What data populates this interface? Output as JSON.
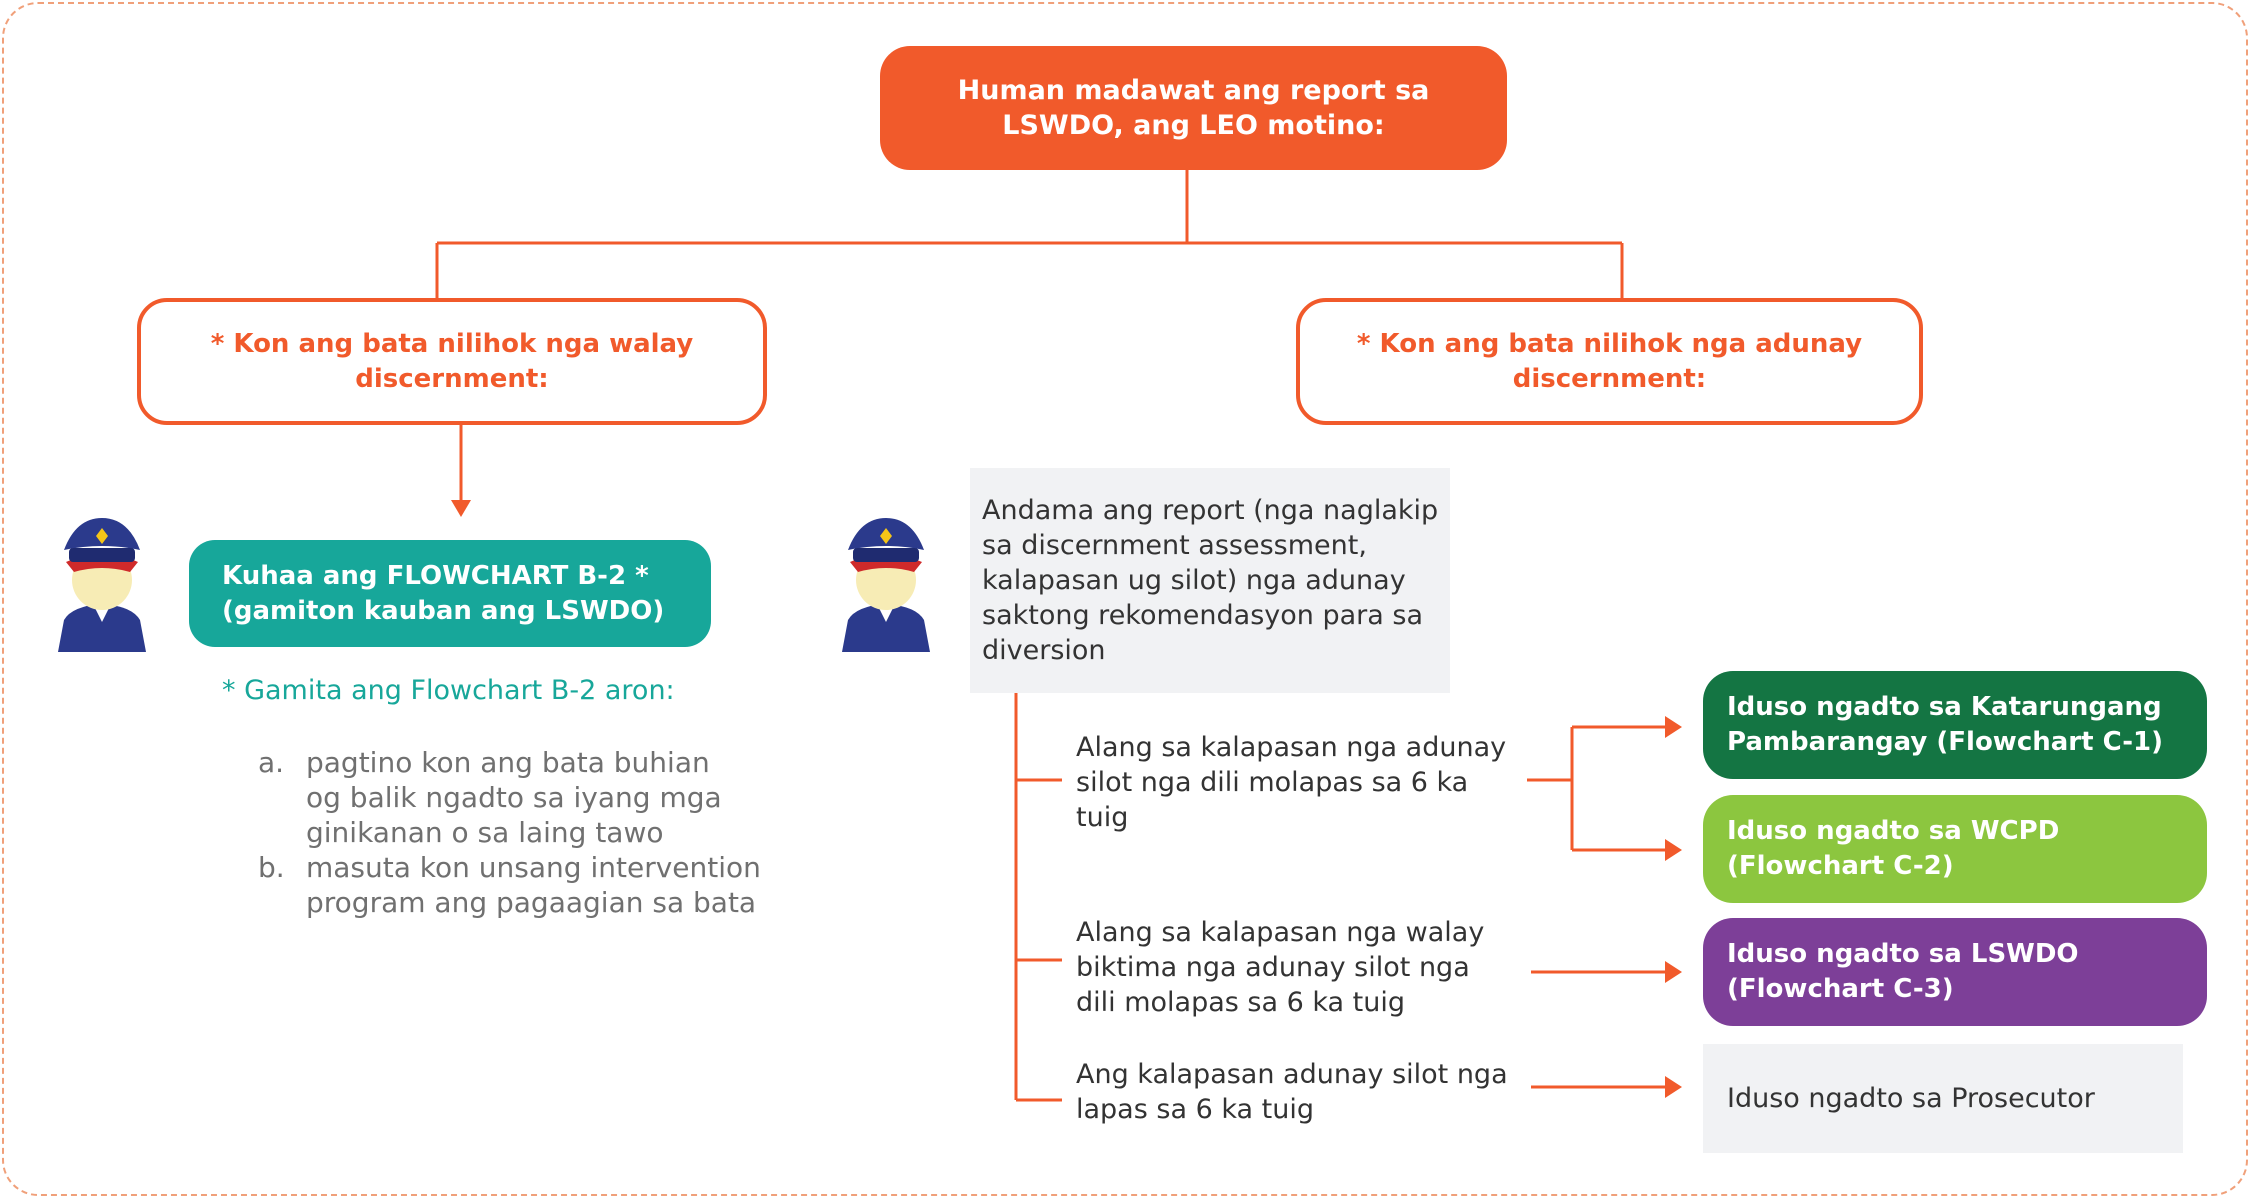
{
  "colors": {
    "orange": "#f15a2b",
    "teal": "#17a79a",
    "dark_green": "#147543",
    "light_green": "#8cc63f",
    "purple": "#7d3f98",
    "gray_box": "#f1f2f4"
  },
  "top": {
    "line1": "Human madawat ang report sa",
    "line2": "LSWDO, ang LEO motino:"
  },
  "left": {
    "title_line1": "* Kon ang bata nilihok nga walay",
    "title_line2": "discernment:",
    "action_line1": "Kuhaa ang FLOWCHART B-2 *",
    "action_line2": "(gamiton kauban ang LSWDO)",
    "note": "* Gamita ang Flowchart B-2 aron:",
    "items": [
      {
        "marker": "a.",
        "lines": [
          "pagtino kon ang bata buhian",
          "og balik ngadto sa iyang mga",
          "ginikanan o sa laing tawo"
        ]
      },
      {
        "marker": "b.",
        "lines": [
          "masuta kon unsang intervention",
          "program ang pagaagian sa bata"
        ]
      }
    ]
  },
  "right": {
    "title_line1": "* Kon ang bata nilihok nga adunay",
    "title_line2": "discernment:",
    "report_lines": [
      "Andama ang report (nga naglakip",
      "sa discernment assessment,",
      "kalapasan ug silot) nga adunay",
      "saktong rekomendasyon para sa",
      "diversion"
    ],
    "conditions": [
      {
        "lines": [
          "Alang sa kalapasan nga adunay",
          "silot nga dili molapas sa 6 ka",
          "tuig"
        ]
      },
      {
        "lines": [
          "Alang sa kalapasan nga walay",
          "biktima nga adunay silot nga",
          "dili molapas sa 6 ka tuig"
        ]
      },
      {
        "lines": [
          "Ang kalapasan adunay silot nga",
          "lapas sa 6 ka tuig"
        ]
      }
    ],
    "destinations": [
      {
        "line1": "Iduso ngadto sa Katarungang",
        "line2": "Pambarangay (Flowchart C-1)"
      },
      {
        "line1": "Iduso ngadto sa WCPD",
        "line2": "(Flowchart C-2)"
      },
      {
        "line1": "Iduso ngadto sa LSWDO",
        "line2": "(Flowchart C-3)"
      },
      {
        "line1": "Iduso ngadto sa Prosecutor"
      }
    ]
  }
}
